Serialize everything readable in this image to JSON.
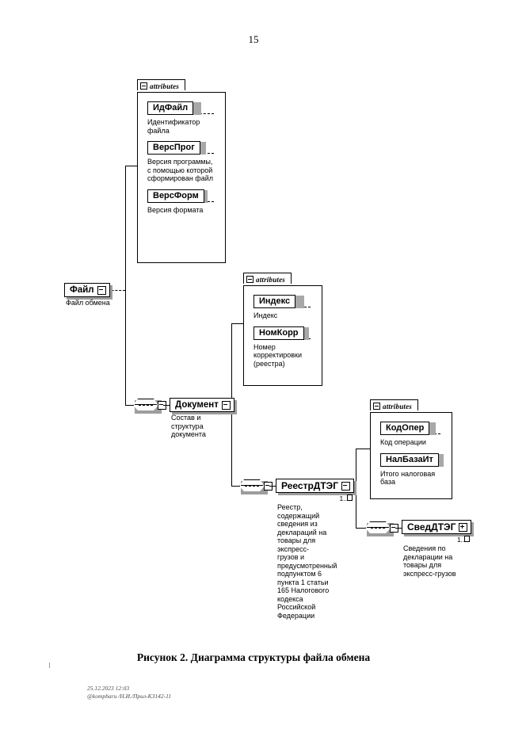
{
  "page": {
    "number": "15",
    "caption": "Рисунок 2. Диаграмма структуры файла обмена",
    "stamp_line1": "25.12.2023 12:03",
    "stamp_line2": "@kompbaru /Н.И./Прил-КЗ142-11"
  },
  "diagram": {
    "type": "xsd-structure-diagram",
    "attributes_tab_label": "attributes",
    "nodes": [
      {
        "id": "fajl",
        "name": "Файл",
        "description": "Файл обмена",
        "expander": "minus",
        "multiplicity": ""
      },
      {
        "id": "dokument",
        "name": "Документ",
        "description": "Состав и структура документа",
        "expander": "minus",
        "multiplicity": ""
      },
      {
        "id": "reestrdteg",
        "name": "РеестрДТЭГ",
        "description": "Реестр, содержащий сведения из деклараций на товары для экспресс-грузов и предусмотренный подпунктом 6 пункта 1 статьи 165 Налогового кодекса Российской Федерации",
        "expander": "minus",
        "multiplicity": "1..∞"
      },
      {
        "id": "sveddteg",
        "name": "СведДТЭГ",
        "description": "Сведения по декларации на товары для экспресс-грузов",
        "expander": "plus",
        "multiplicity": "1..∞"
      }
    ],
    "attribute_groups": [
      {
        "owner": "fajl",
        "items": [
          {
            "name": "ИдФайл",
            "description": "Идентификатор файла"
          },
          {
            "name": "ВерсПрог",
            "description": "Версия программы, с помощью которой сформирован файл"
          },
          {
            "name": "ВерсФорм",
            "description": "Версия формата"
          }
        ]
      },
      {
        "owner": "dokument",
        "items": [
          {
            "name": "Индекс",
            "description": "Индекс"
          },
          {
            "name": "НомКорр",
            "description": "Номер корректировки (реестра)"
          }
        ]
      },
      {
        "owner": "reestrdteg",
        "items": [
          {
            "name": "КодОпер",
            "description": "Код операции"
          },
          {
            "name": "НалБазаИт",
            "description": "Итого налоговая база"
          }
        ]
      }
    ]
  }
}
